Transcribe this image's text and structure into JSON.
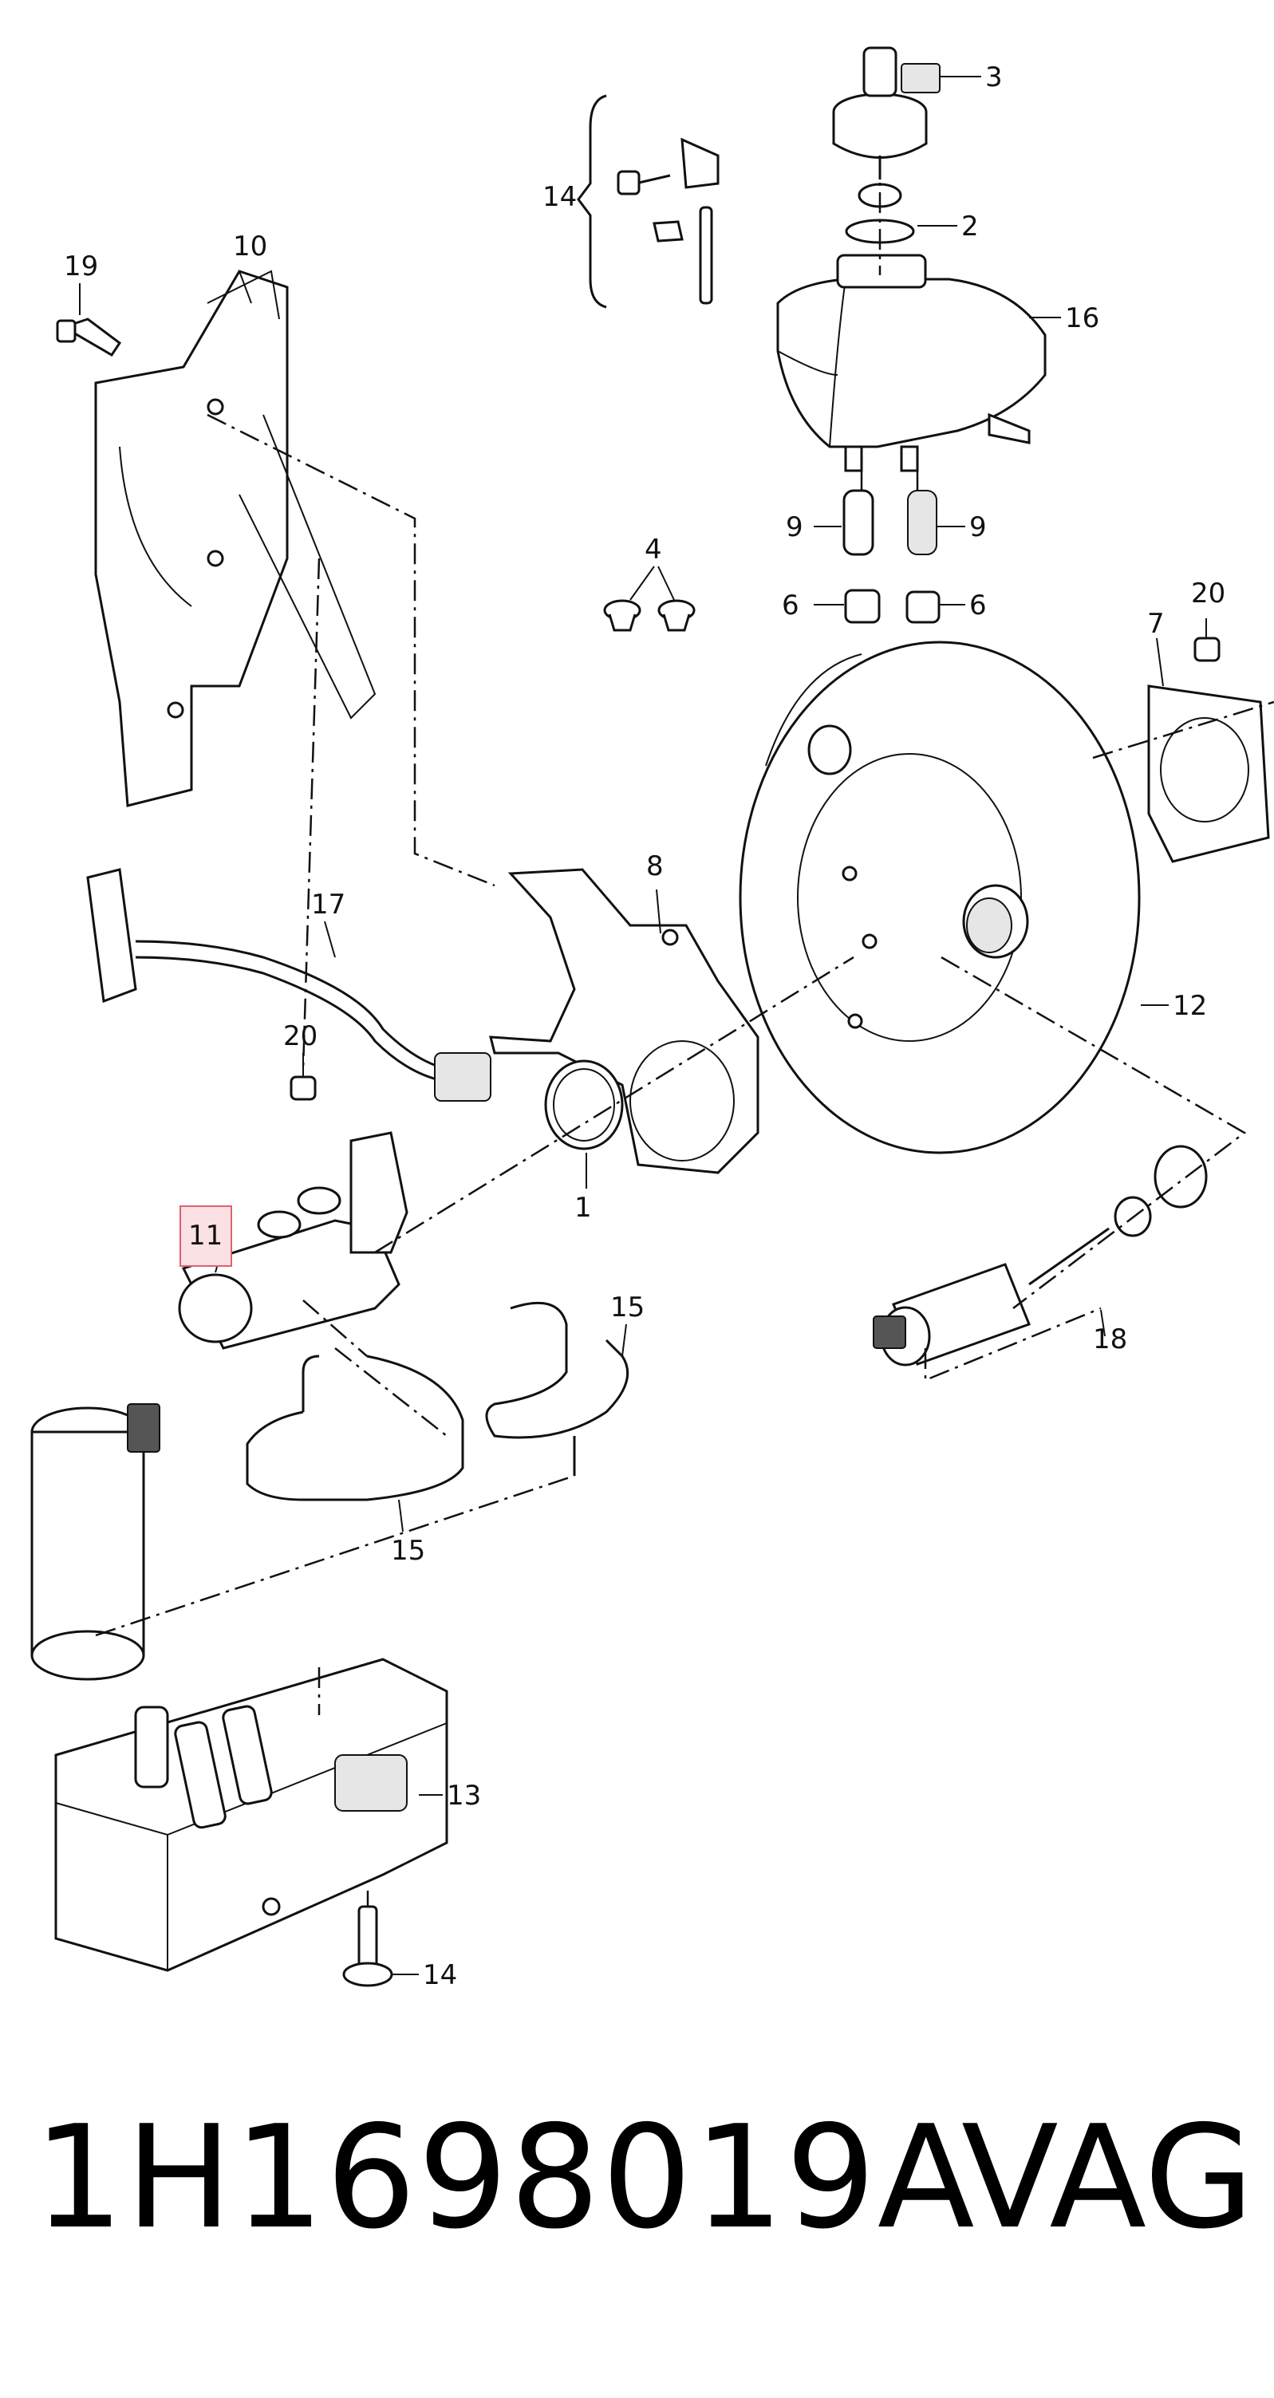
{
  "diagram": {
    "callouts": [
      {
        "id": "c1",
        "label": "1"
      },
      {
        "id": "c2",
        "label": "2"
      },
      {
        "id": "c3",
        "label": "3"
      },
      {
        "id": "c4",
        "label": "4"
      },
      {
        "id": "c6a",
        "label": "6"
      },
      {
        "id": "c6b",
        "label": "6"
      },
      {
        "id": "c7",
        "label": "7"
      },
      {
        "id": "c8",
        "label": "8"
      },
      {
        "id": "c9a",
        "label": "9"
      },
      {
        "id": "c9b",
        "label": "9"
      },
      {
        "id": "c10",
        "label": "10"
      },
      {
        "id": "c11",
        "label": "11"
      },
      {
        "id": "c12",
        "label": "12"
      },
      {
        "id": "c13",
        "label": "13"
      },
      {
        "id": "c14a",
        "label": "14"
      },
      {
        "id": "c14b",
        "label": "14"
      },
      {
        "id": "c15a",
        "label": "15"
      },
      {
        "id": "c15b",
        "label": "15"
      },
      {
        "id": "c16",
        "label": "16"
      },
      {
        "id": "c17",
        "label": "17"
      },
      {
        "id": "c18",
        "label": "18"
      },
      {
        "id": "c19",
        "label": "19"
      },
      {
        "id": "c20a",
        "label": "20"
      },
      {
        "id": "c20b",
        "label": "20"
      }
    ],
    "highlight": {
      "label": "11",
      "color": "#e06070",
      "fill": "#fbe0e4"
    }
  },
  "caption": {
    "part_number": "1H1698019A",
    "brand": "VAG"
  }
}
